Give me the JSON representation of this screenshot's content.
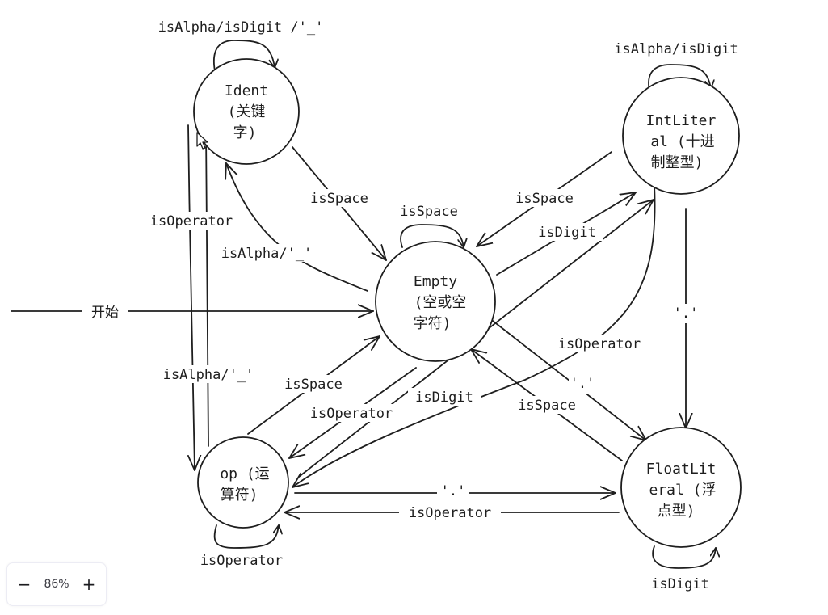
{
  "diagram": {
    "nodes": {
      "ident": [
        "Ident",
        "(关键",
        "字)"
      ],
      "empty": [
        "Empty",
        "(空或空",
        "字符)"
      ],
      "intlit": [
        "IntLiter",
        "al (十进",
        "制整型)"
      ],
      "op": [
        "op (运",
        "算符)"
      ],
      "floatlit": [
        "FloatLit",
        "eral (浮",
        "点型)"
      ]
    },
    "edges": {
      "start": "开始",
      "ident_loop": "isAlpha/isDigit /'_'",
      "int_loop": "isAlpha/isDigit",
      "ident_to_empty": "isSpace",
      "empty_loop": "isSpace",
      "int_to_empty": "isSpace",
      "empty_to_int": "isDigit",
      "ident_to_op": "isOperator",
      "empty_to_ident": "isAlpha/'_'",
      "op_to_ident": "isAlpha/'_'",
      "int_to_float": "'.'",
      "int_to_op": "isOperator",
      "op_to_empty": "isSpace",
      "empty_to_float": "'.'",
      "empty_to_op": "isOperator",
      "op_to_int": "isDigit",
      "float_to_empty": "isSpace",
      "op_to_float": "'.'",
      "float_to_op": "isOperator",
      "op_loop": "isOperator",
      "float_loop": "isDigit"
    }
  },
  "zoom": {
    "minus": "−",
    "value": "86%",
    "plus": "+"
  },
  "icons": {
    "cursor": "pointer-cursor-icon"
  }
}
